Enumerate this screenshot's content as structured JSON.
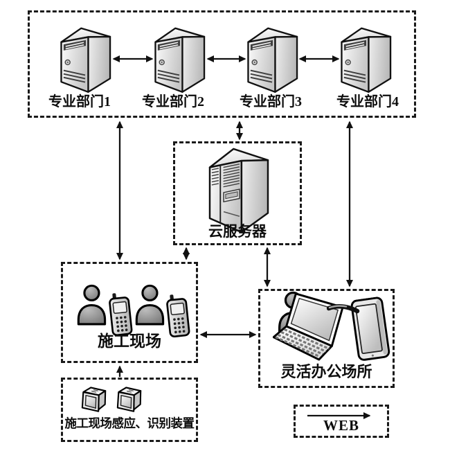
{
  "diagram": {
    "departments": {
      "items": [
        {
          "label": "专业部门1"
        },
        {
          "label": "专业部门2"
        },
        {
          "label": "专业部门3"
        },
        {
          "label": "专业部门4"
        }
      ]
    },
    "cloud": {
      "label": "云服务器"
    },
    "site": {
      "label": "施工现场"
    },
    "sensors": {
      "label": "施工现场感应、识别装置"
    },
    "office": {
      "label": "灵活办公场所"
    },
    "legend": {
      "label": "WEB"
    },
    "connections": [
      {
        "from": "专业部门1",
        "to": "专业部门2",
        "type": "bidirectional"
      },
      {
        "from": "专业部门2",
        "to": "专业部门3",
        "type": "bidirectional"
      },
      {
        "from": "专业部门3",
        "to": "专业部门4",
        "type": "bidirectional"
      },
      {
        "from": "专业部门",
        "to": "施工现场",
        "type": "bidirectional"
      },
      {
        "from": "专业部门",
        "to": "云服务器",
        "type": "bidirectional"
      },
      {
        "from": "专业部门",
        "to": "灵活办公场所",
        "type": "bidirectional"
      },
      {
        "from": "云服务器",
        "to": "施工现场",
        "type": "bidirectional"
      },
      {
        "from": "云服务器",
        "to": "灵活办公场所",
        "type": "bidirectional"
      },
      {
        "from": "施工现场",
        "to": "灵活办公场所",
        "type": "bidirectional"
      },
      {
        "from": "施工现场感应、识别装置",
        "to": "施工现场",
        "type": "unidirectional"
      }
    ],
    "colors": {
      "outline": "#111111",
      "box_dash": "#1a1a1a",
      "fill_light": "#f5f5f5",
      "fill_mid": "#c8c8c8",
      "icon_dark": "#3f3f3f",
      "text": "#0d0d0d",
      "background": "#ffffff"
    }
  }
}
